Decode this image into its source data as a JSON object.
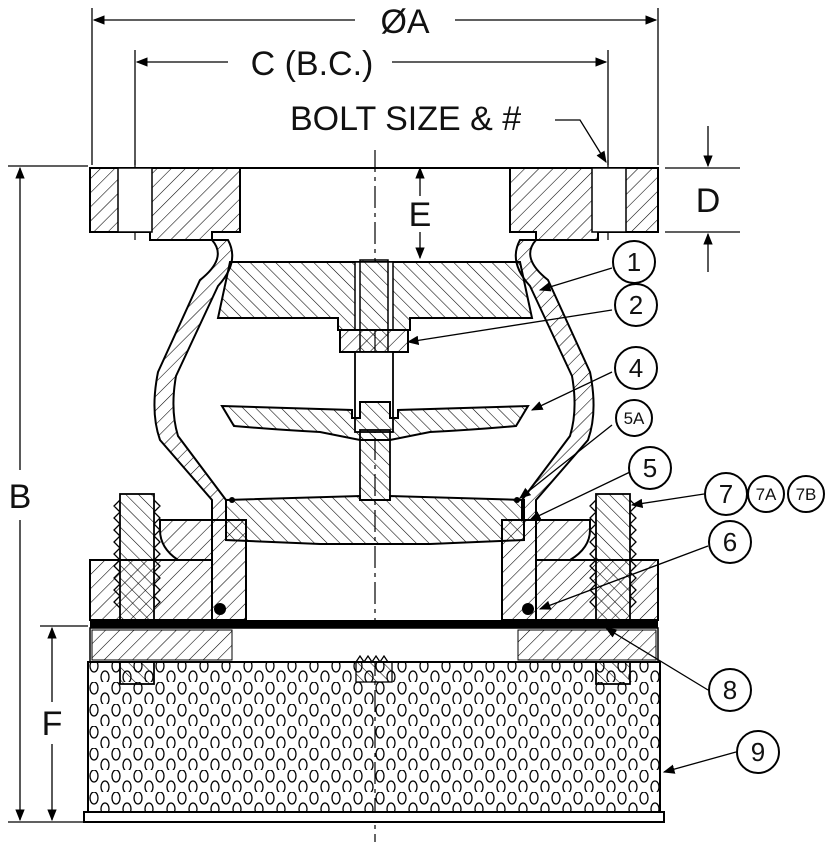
{
  "dimensions": {
    "a": "ØA",
    "c": "C (B.C.)",
    "bolt": "BOLT SIZE & #",
    "d": "D",
    "e": "E",
    "b": "B",
    "f": "F"
  },
  "callouts": {
    "n1": "1",
    "n2": "2",
    "n4": "4",
    "n5a": "5A",
    "n5": "5",
    "n7": "7",
    "n7a": "7A",
    "n7b": "7B",
    "n6": "6",
    "n8": "8",
    "n9": "9"
  }
}
